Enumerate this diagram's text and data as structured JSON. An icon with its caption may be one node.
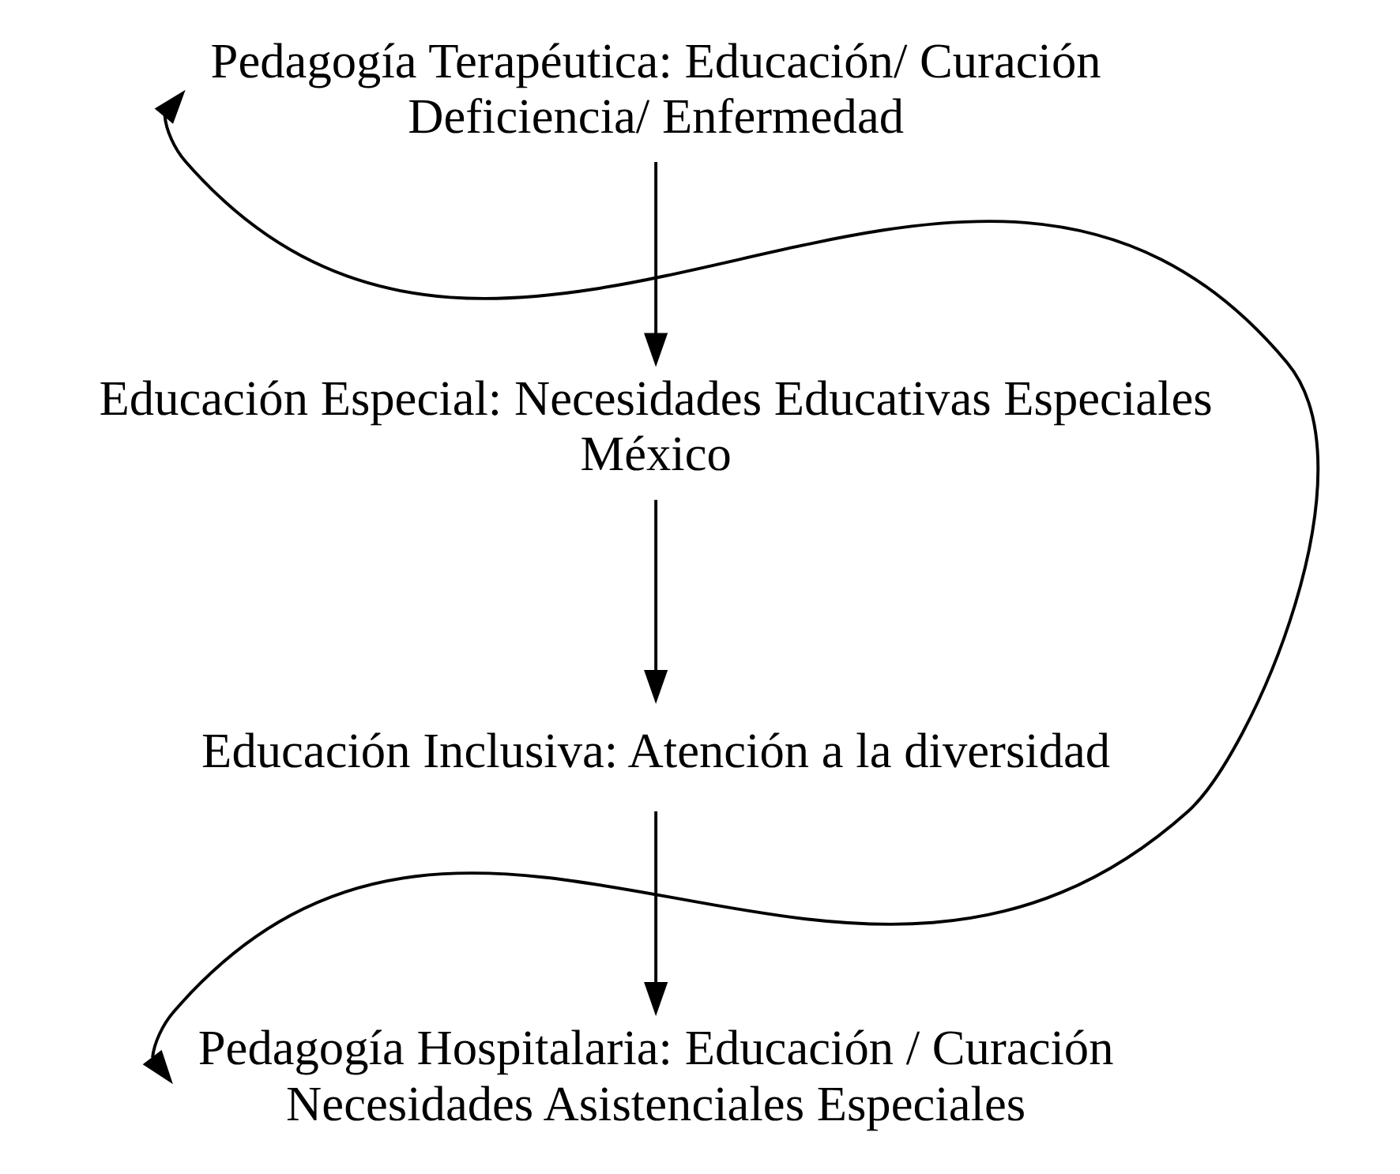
{
  "diagram": {
    "nodes": [
      {
        "text": [
          "Pedagogía Terapéutica: Educación/ Curación",
          "Deficiencia/ Enfermedad"
        ]
      },
      {
        "text": [
          "Educación Especial: Necesidades Educativas Especiales",
          "México"
        ]
      },
      {
        "text": [
          "Educación Inclusiva: Atención a la diversidad"
        ]
      },
      {
        "text": [
          "Pedagogía Hospitalaria: Educación / Curación",
          "Necesidades Asistenciales Especiales"
        ]
      }
    ],
    "edges": [
      {
        "from": 0,
        "to": 1,
        "arrow": "to"
      },
      {
        "from": 1,
        "to": 2,
        "arrow": "to"
      },
      {
        "from": 2,
        "to": 3,
        "arrow": "to"
      },
      {
        "from": 0,
        "to": 3,
        "arrow": "both"
      }
    ]
  }
}
